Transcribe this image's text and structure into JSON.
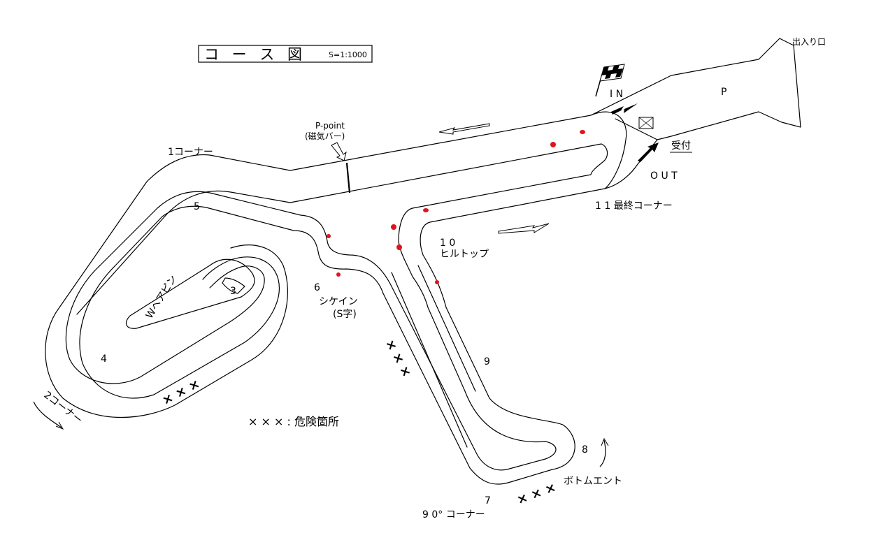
{
  "title": {
    "text": "コ ー ス 図",
    "scale": "S=1:1000"
  },
  "entrance_label": "出入り口",
  "parking_label": "P",
  "in_label": "I N",
  "out_label": "O U T",
  "reception_label": "受付",
  "ppoint": {
    "line1": "P-point",
    "line2": "(磁気バー)"
  },
  "corners": {
    "c1": "1コーナー",
    "c2": "2コーナー",
    "c3": "3",
    "c4": "4",
    "c5": "5",
    "c6": "6",
    "c6_name": "シケイン",
    "c6_sub": "(S字)",
    "c7": "7",
    "c7_name": "9 0° コーナー",
    "c8": "8",
    "c8_name": "ボトムエント",
    "c9": "9",
    "c10": "1 0",
    "c10_name": "ヒルトップ",
    "c11": "1 1  最終コーナー",
    "hairpin": "Wヘアピン"
  },
  "danger_mark": "× × ×",
  "legend": "× × × : 危険箇所",
  "colors": {
    "line": "#000000",
    "marker": "#e0141e",
    "background": "#ffffff"
  }
}
